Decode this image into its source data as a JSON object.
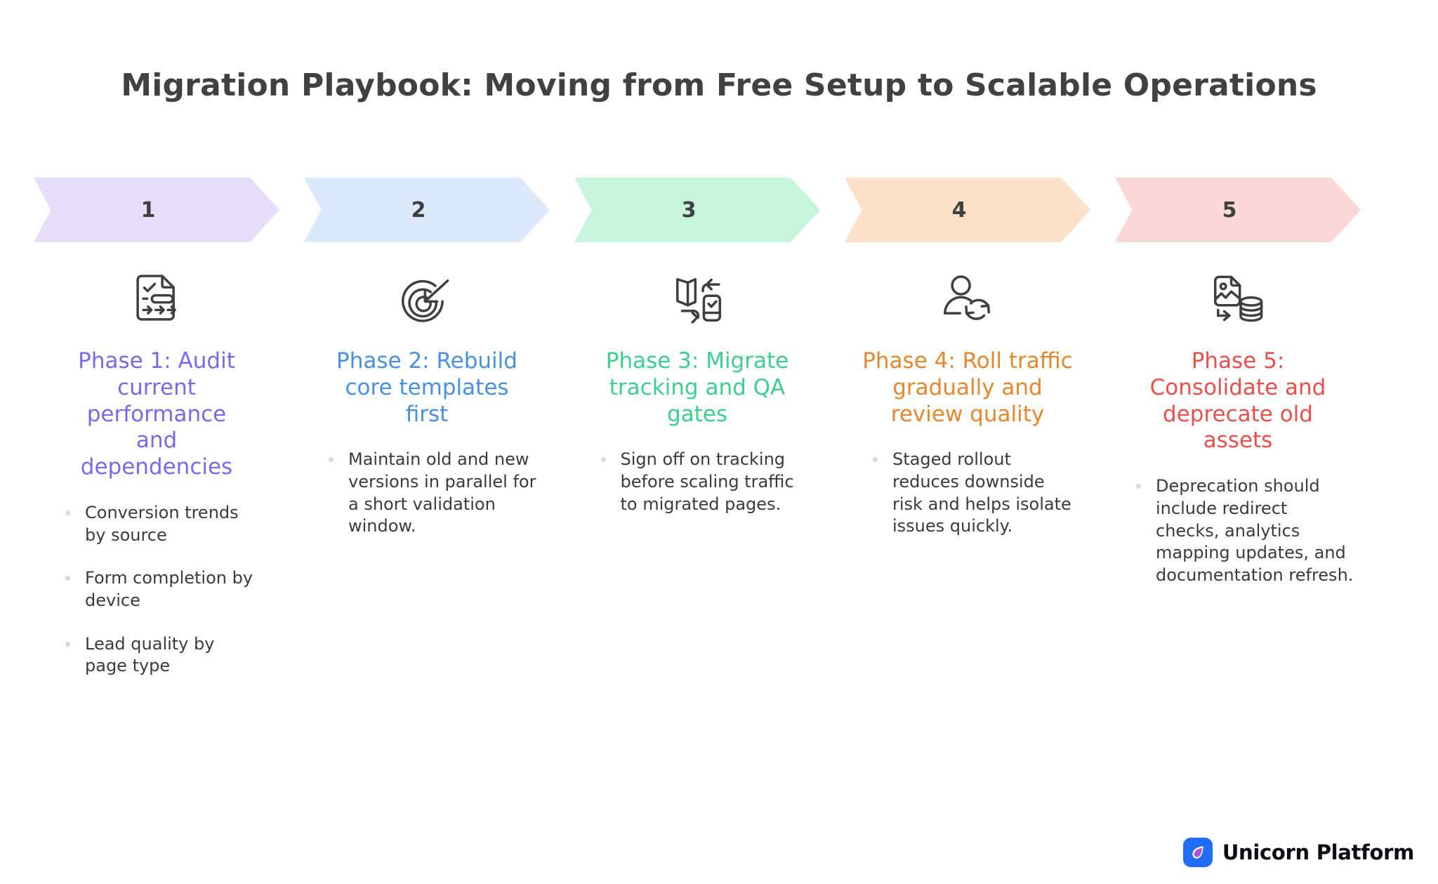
{
  "header": {
    "title": "Migration Playbook: Moving from Free Setup to Scalable Operations"
  },
  "footer": {
    "brand": "Unicorn Platform",
    "logo_icon": "unicorn-leaf-logo-icon",
    "logo_bg_color": "#1f6dfb",
    "logo_leaf_color": "#a855d6"
  },
  "colors": {
    "background": "#fefefe",
    "title_text": "#414141",
    "body_text": "#3b3b3b",
    "bullet_dot": "#d9d9d9",
    "chevron_number": "#3f3f3f"
  },
  "phases": [
    {
      "number": "1",
      "chevron_color": "#e5ddfa",
      "accent_color": "#7c68e8",
      "icon_name": "audit-document-checklist-icon",
      "title": "Phase 1: Audit current performance and dependencies",
      "bullets": [
        "Conversion trends by source",
        "Form completion by device",
        "Lead quality by page type"
      ]
    },
    {
      "number": "2",
      "chevron_color": "#dce8fb",
      "accent_color": "#4a90e2",
      "icon_name": "target-arrow-icon",
      "title": "Phase 2: Rebuild core templates first",
      "bullets": [
        "Maintain old and new versions in parallel for a short validation window."
      ]
    },
    {
      "number": "3",
      "chevron_color": "#c6f5dc",
      "accent_color": "#3ecf8e",
      "icon_name": "migrate-screens-swap-icon",
      "title": "Phase 3: Migrate tracking and QA gates",
      "bullets": [
        "Sign off on tracking before scaling traffic to migrated pages."
      ]
    },
    {
      "number": "4",
      "chevron_color": "#fce1c8",
      "accent_color": "#e8862e",
      "icon_name": "user-sync-rollout-icon",
      "title": "Phase 4: Roll traffic gradually and review quality",
      "bullets": [
        "Staged rollout reduces downside risk and helps isolate issues quickly."
      ]
    },
    {
      "number": "5",
      "chevron_color": "#fad8d8",
      "accent_color": "#e8504a",
      "icon_name": "image-to-database-archive-icon",
      "title": "Phase 5: Consolidate and deprecate old assets",
      "bullets": [
        "Deprecation should include redirect checks, analytics mapping updates, and documentation refresh."
      ]
    }
  ]
}
